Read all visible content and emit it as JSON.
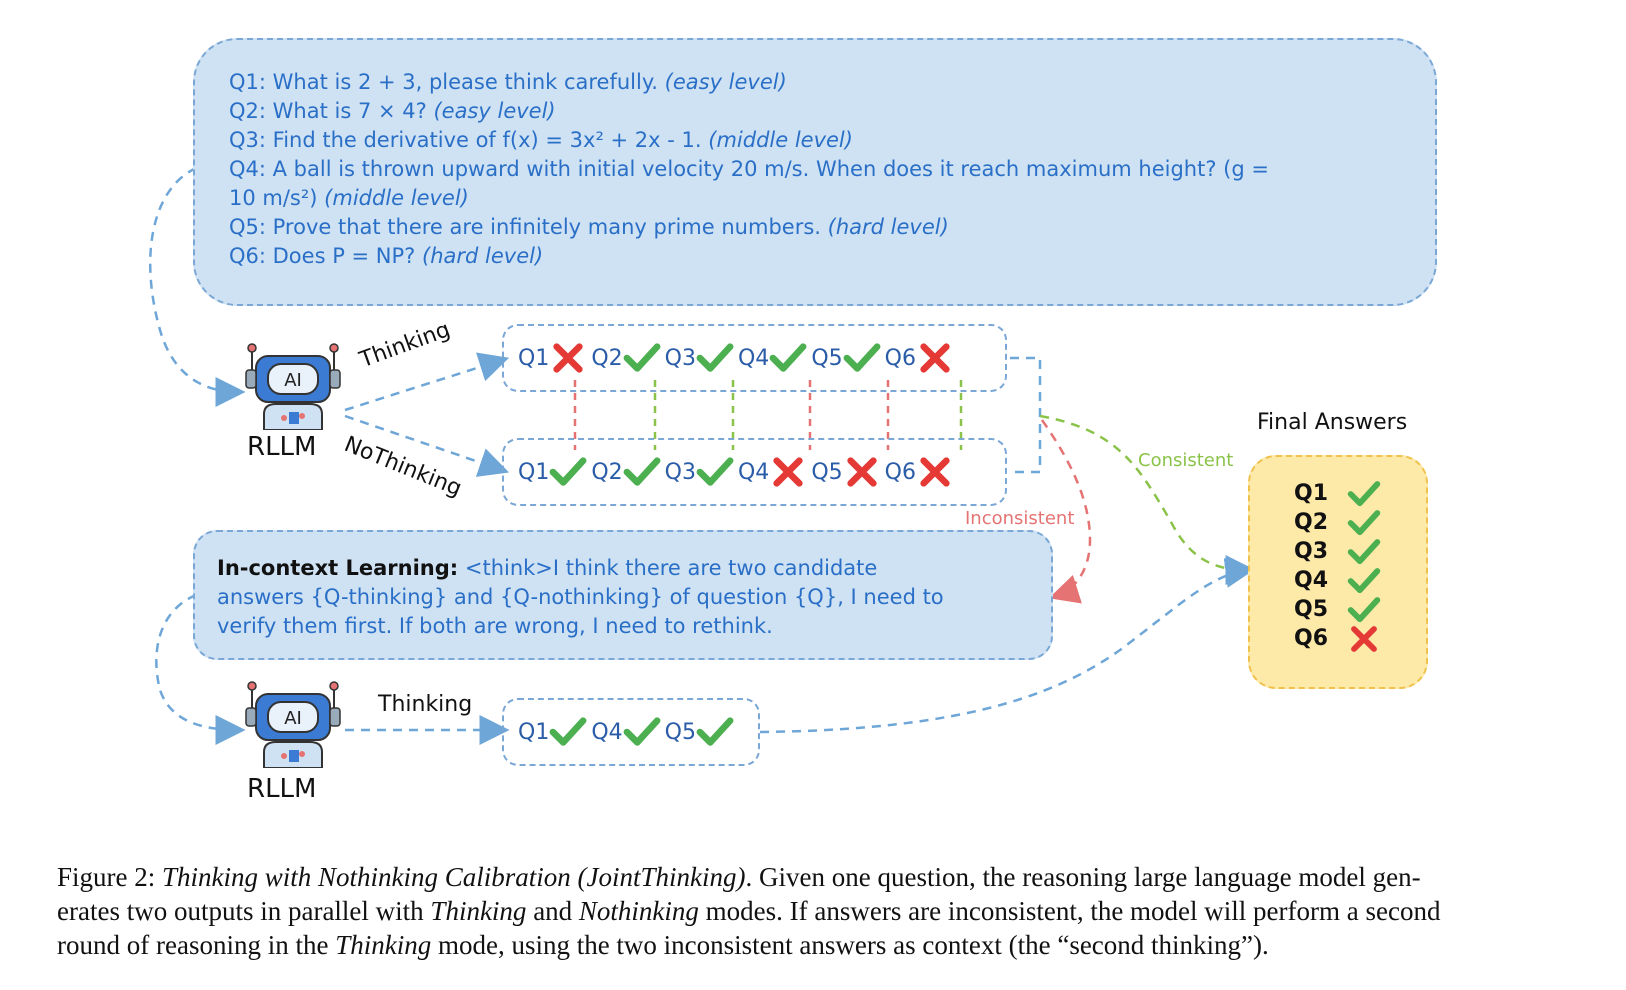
{
  "questions": [
    {
      "text": "Q1: What is 2 + 3, please think carefully.",
      "level": "(easy level)"
    },
    {
      "text": "Q2: What is 7 × 4?",
      "level": "(easy level)"
    },
    {
      "text": "Q3: Find the derivative of f(x) = 3x² + 2x - 1.",
      "level": "(middle level)"
    },
    {
      "text": "Q4: A ball is thrown upward with initial velocity 20 m/s. When does it reach maximum height? (g =",
      "level": ""
    },
    {
      "text": "10 m/s²)",
      "level": "(middle level)"
    },
    {
      "text": "Q5: Prove that there are infinitely many prime numbers.",
      "level": "(hard level)"
    },
    {
      "text": "Q6: Does P = NP?",
      "level": "(hard level)"
    }
  ],
  "model": {
    "top_label": "RLLM",
    "bottom_label": "RLLM",
    "icon_text": "AI"
  },
  "arrows": {
    "thinking": "Thinking",
    "nothinking": "NoThinking",
    "second_thinking": "Thinking",
    "consistent": "Consistent",
    "inconsistent": "Inconsistent"
  },
  "thinking_row": [
    {
      "q": "Q1",
      "ok": false
    },
    {
      "q": "Q2",
      "ok": true
    },
    {
      "q": "Q3",
      "ok": true
    },
    {
      "q": "Q4",
      "ok": true
    },
    {
      "q": "Q5",
      "ok": true
    },
    {
      "q": "Q6",
      "ok": false
    }
  ],
  "nothinking_row": [
    {
      "q": "Q1",
      "ok": true
    },
    {
      "q": "Q2",
      "ok": true
    },
    {
      "q": "Q3",
      "ok": true
    },
    {
      "q": "Q4",
      "ok": false
    },
    {
      "q": "Q5",
      "ok": false
    },
    {
      "q": "Q6",
      "ok": false
    }
  ],
  "second_row": [
    {
      "q": "Q1",
      "ok": true
    },
    {
      "q": "Q4",
      "ok": true
    },
    {
      "q": "Q5",
      "ok": true
    }
  ],
  "icl": {
    "lead": "In-context Learning:",
    "line1": "<think>I think there are two candidate",
    "line2": "answers {Q-thinking} and {Q-nothinking} of question {Q}, I need to",
    "line3": "verify them first. If both are wrong, I need to rethink."
  },
  "final": {
    "title": "Final Answers",
    "items": [
      {
        "q": "Q1",
        "ok": true
      },
      {
        "q": "Q2",
        "ok": true
      },
      {
        "q": "Q3",
        "ok": true
      },
      {
        "q": "Q4",
        "ok": true
      },
      {
        "q": "Q5",
        "ok": true
      },
      {
        "q": "Q6",
        "ok": false
      }
    ]
  },
  "caption": {
    "figure": "Figure 2:",
    "title": "Thinking with Nothinking Calibration (JointThinking)",
    "p1": ". Given one question, the reasoning large language model gen-",
    "p2a": "erates two outputs in parallel with ",
    "p2b": "Thinking",
    "p2c": " and ",
    "p2d": "Nothinking",
    "p2e": " modes. If answers are inconsistent, the model will perform a second",
    "p3a": "round of reasoning in the ",
    "p3b": "Thinking",
    "p3c": " mode, using the two inconsistent answers as context (the “second thinking”)."
  },
  "colors": {
    "blue_text": "#2a6fc7",
    "box_fill": "#cfe2f3",
    "dash_blue": "#7aa7d6",
    "check_green": "#4caf50",
    "cross_red": "#e53935",
    "final_fill": "#fde9a8",
    "final_border": "#f0c14b",
    "consistent_green": "#8bc34a",
    "inconsistent_red": "#e57373"
  }
}
